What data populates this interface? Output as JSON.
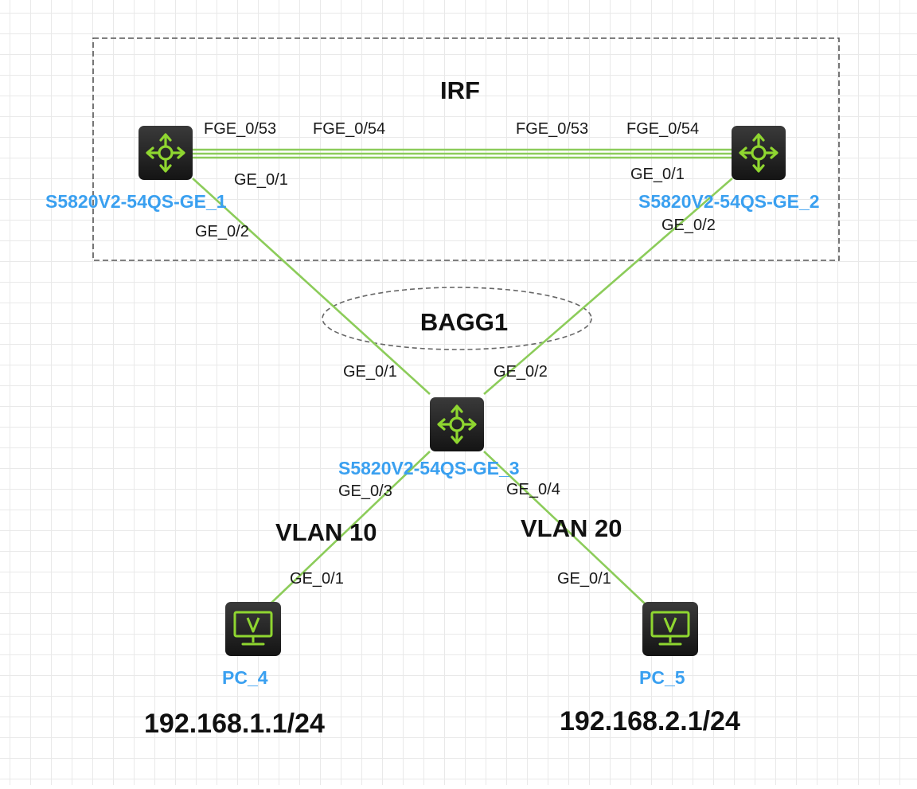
{
  "groups": {
    "irf_label": "IRF",
    "bagg_label": "BAGG1"
  },
  "devices": {
    "sw1": {
      "name": "S5820V2-54QS-GE_1",
      "icon": "router-icon"
    },
    "sw2": {
      "name": "S5820V2-54QS-GE_2",
      "icon": "router-icon"
    },
    "sw3": {
      "name": "S5820V2-54QS-GE_3",
      "icon": "router-icon"
    },
    "pc4": {
      "name": "PC_4",
      "ip": "192.168.1.1/24",
      "icon": "pc-monitor-icon"
    },
    "pc5": {
      "name": "PC_5",
      "ip": "192.168.2.1/24",
      "icon": "pc-monitor-icon"
    }
  },
  "ports": {
    "sw1_fge53": "FGE_0/53",
    "sw1_fge54": "FGE_0/54",
    "sw2_fge53": "FGE_0/53",
    "sw2_fge54": "FGE_0/54",
    "sw1_ge01": "GE_0/1",
    "sw1_ge02": "GE_0/2",
    "sw2_ge01": "GE_0/1",
    "sw2_ge02": "GE_0/2",
    "sw3_ge01": "GE_0/1",
    "sw3_ge02": "GE_0/2",
    "sw3_ge03": "GE_0/3",
    "sw3_ge04": "GE_0/4",
    "pc4_ge01": "GE_0/1",
    "pc5_ge01": "GE_0/1"
  },
  "vlans": {
    "left": "VLAN 10",
    "right": "VLAN 20"
  },
  "colors": {
    "link": "#8ccc5a",
    "device_body": "#1c1c1c",
    "device_glyph": "#8fd630",
    "device_label": "#3aa0f0",
    "group_border": "#555555"
  }
}
